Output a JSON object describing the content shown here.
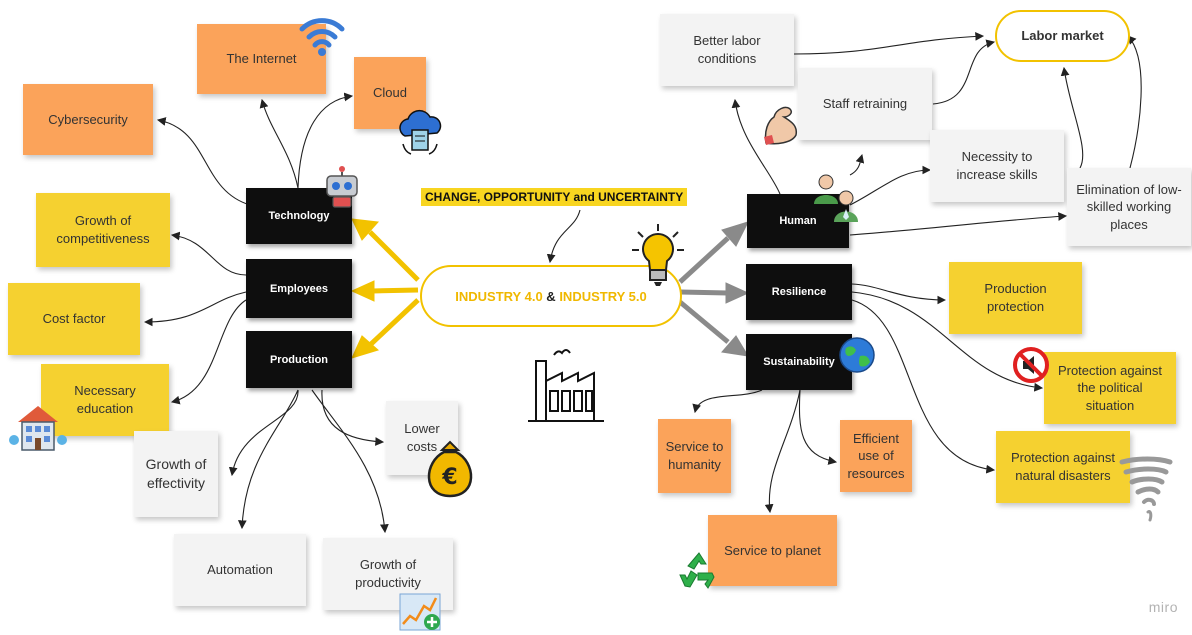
{
  "center": {
    "part1": "INDUSTRY 4.0",
    "part2": " & ",
    "part3": "INDUSTRY 5.0"
  },
  "banner": "CHANGE, OPPORTUNITY and UNCERTAINTY",
  "branches_left": {
    "technology": "Technology",
    "employees": "Employees",
    "production": "Production"
  },
  "branches_right": {
    "human": "Human",
    "resilience": "Resilience",
    "sustainability": "Sustainability"
  },
  "notes": {
    "internet": "The Internet",
    "cloud": "Cloud",
    "cybersecurity": "Cybersecurity",
    "growth_competitiveness": "Growth of\ncompetitiveness",
    "cost_factor": "Cost factor",
    "necessary_education": "Necessary\neducation",
    "growth_effectivity": "Growth of\neffectivity",
    "lower_costs": "Lower\ncosts",
    "automation": "Automation",
    "growth_productivity": "Growth of\nproductivity",
    "better_labor": "Better labor\nconditions",
    "labor_market": "Labor market",
    "staff_retraining": "Staff retraining",
    "necessity_skills": "Necessity to\nincrease skills",
    "elimination": "Elimination of low-\nskilled working\nplaces",
    "production_protection": "Production\nprotection",
    "protection_political": "Protection against\nthe political\nsituation",
    "protection_natural": "Protection against\nnatural disasters",
    "service_humanity": "Service to\nhumanity",
    "efficient_resources": "Efficient\nuse of\nresources",
    "service_planet": "Service to planet"
  },
  "brand": "miro",
  "colors": {
    "yellow": "#f5d130",
    "orange": "#fba35a",
    "white": "#f3f3f3",
    "black": "#0e0e0e",
    "accent": "#f2c200",
    "grey_arrow": "#8a8a8a"
  },
  "icons": [
    "wifi-icon",
    "cloud-server-icon",
    "robot-icon",
    "lightbulb-icon",
    "factory-icon",
    "house-icon",
    "money-bag-icon",
    "growth-chart-icon",
    "muscle-arm-icon",
    "people-icon",
    "globe-icon",
    "no-sound-icon",
    "tornado-icon",
    "recycle-icon"
  ]
}
